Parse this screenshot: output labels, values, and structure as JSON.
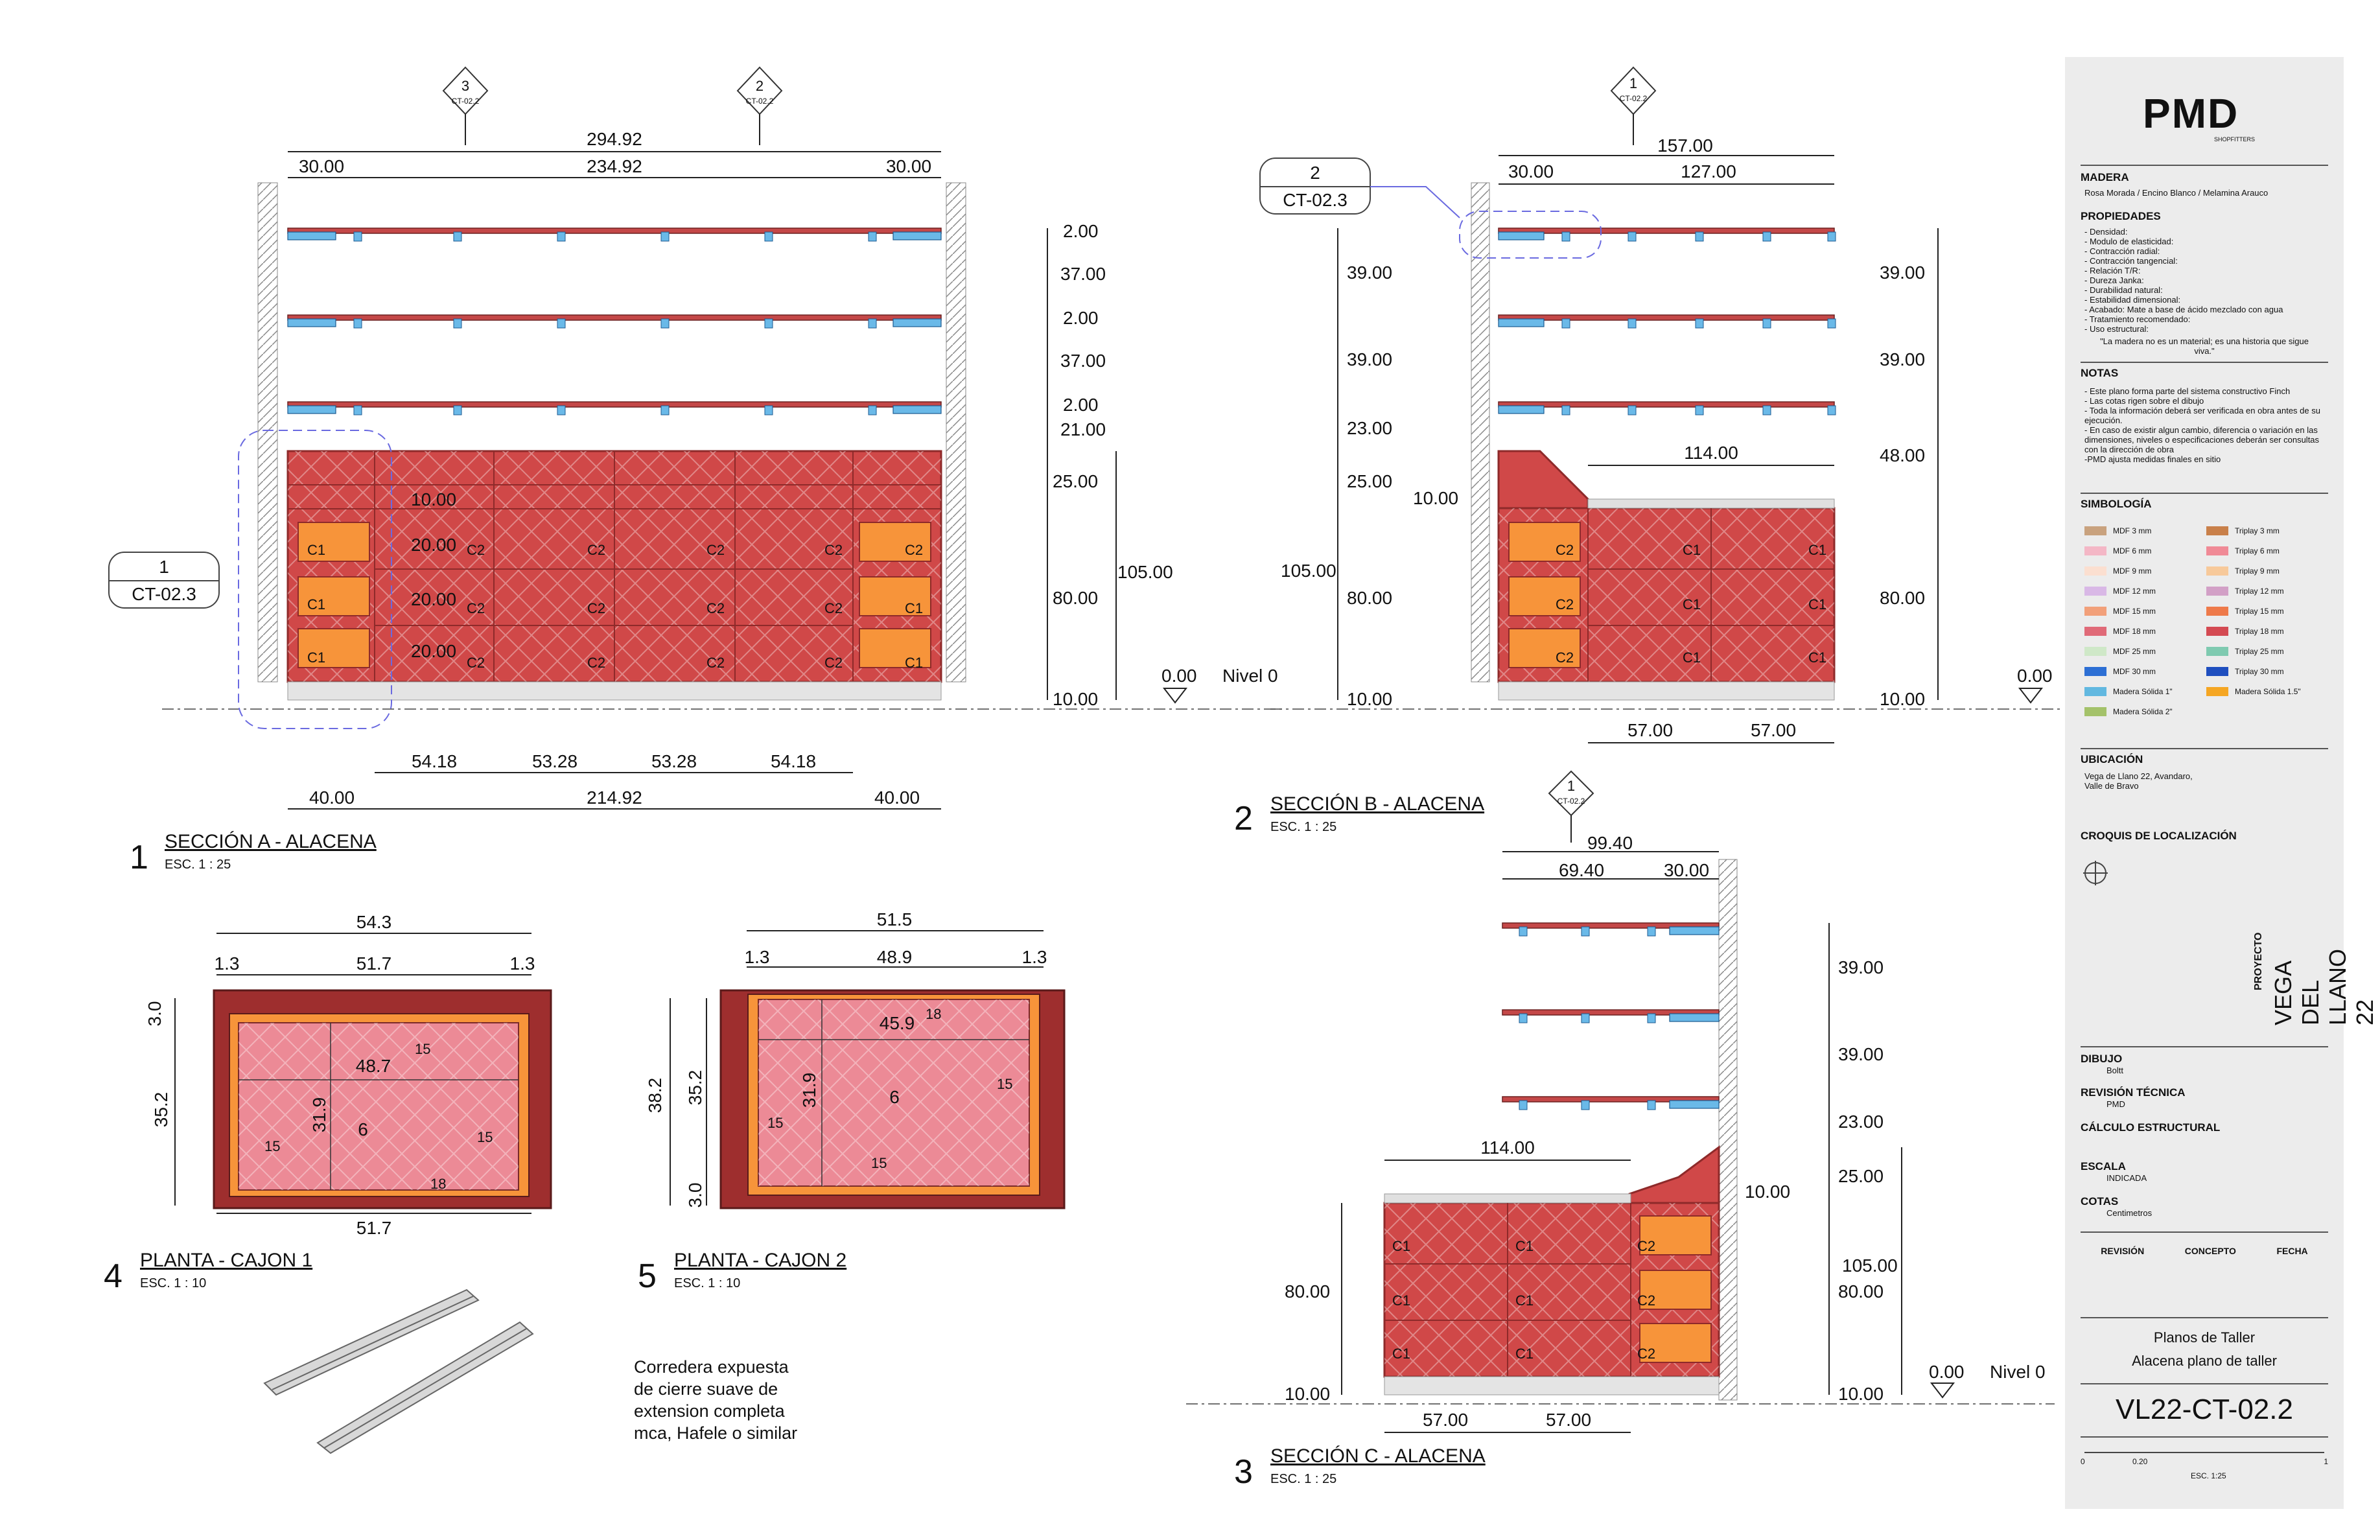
{
  "sheet": {
    "logo": "PMD",
    "logo_sub": "SHOPFITTERS",
    "sections": {
      "madera": "MADERA",
      "madera_text": "Rosa Morada / Encino Blanco / Melamina Arauco",
      "propiedades": "PROPIEDADES",
      "propiedades_text": "- Densidad:\n- Modulo de elasticidad:\n- Contracción radial:\n- Contracción tangencial:\n- Relación T/R:\n- Dureza Janka:\n- Durabilidad natural:\n- Estabilidad dimensional:\n- Acabado: Mate a base de ácido mezclado con agua\n- Tratamiento recomendado:\n- Uso estructural:",
      "quote": "\"La madera no es un material; es una historia que sigue viva.\"",
      "notas": "NOTAS",
      "notas_text": "- Este plano forma parte del sistema constructivo Finch\n- Las cotas rigen sobre el dibujo\n- Toda la información deberá ser verificada en obra antes de su ejecución.\n- En caso de existir algun cambio, diferencia o variación en las dimensiones, niveles o especificaciones deberán ser consultas con la dirección de obra\n-PMD ajusta medidas finales en sitio",
      "simbologia": "SIMBOLOGÍA",
      "ubicacion": "UBICACIÓN",
      "ubicacion_text": "Vega de Llano 22, Avandaro,\nValle de Bravo",
      "croquis": "CROQUIS DE LOCALIZACIÓN",
      "proyecto_label": "PROYECTO",
      "proyecto": "VEGA DEL LLANO 22",
      "dibujo": "DIBUJO",
      "dibujo_text": "Boltt",
      "revision": "REVISIÓN TÉCNICA",
      "revision_text": "PMD",
      "calculo": "CÁLCULO ESTRUCTURAL",
      "escala": "ESCALA",
      "escala_text": "INDICADA",
      "cotas": "COTAS",
      "cotas_text": "Centimetros",
      "rev_col": "REVISIÓN",
      "concepto_col": "CONCEPTO",
      "fecha_col": "FECHA",
      "planos": "Planos de Taller",
      "plano_nombre": "Alacena plano de taller",
      "sheet_number": "VL22-CT-02.2",
      "scale_0": "0",
      "scale_020": "0.20",
      "scale_1": "1",
      "scale_text": "ESC. 1:25"
    },
    "legend": [
      {
        "label": "MDF 3 mm",
        "color": "#c9a27e"
      },
      {
        "label": "MDF 6 mm",
        "color": "#f4b7c6"
      },
      {
        "label": "MDF 9 mm",
        "color": "#fbdfd0"
      },
      {
        "label": "MDF 12 mm",
        "color": "#d9b8e6"
      },
      {
        "label": "MDF 15 mm",
        "color": "#f2a07a"
      },
      {
        "label": "MDF 18 mm",
        "color": "#e06a78"
      },
      {
        "label": "MDF 25 mm",
        "color": "#cfe8c8"
      },
      {
        "label": "MDF 30 mm",
        "color": "#2d6fd4"
      },
      {
        "label": "Madera Sólida 1\"",
        "color": "#62b8e0"
      },
      {
        "label": "Madera Sólida 2\"",
        "color": "#a4c26a"
      },
      {
        "label": "Triplay 3 mm",
        "color": "#c9804a"
      },
      {
        "label": "Triplay 6 mm",
        "color": "#f08a96"
      },
      {
        "label": "Triplay 9 mm",
        "color": "#f7c99a"
      },
      {
        "label": "Triplay 12 mm",
        "color": "#d2a0c6"
      },
      {
        "label": "Triplay 15 mm",
        "color": "#ee7a4a"
      },
      {
        "label": "Triplay 18 mm",
        "color": "#d44a52"
      },
      {
        "label": "Triplay 25 mm",
        "color": "#7fcab0"
      },
      {
        "label": "Triplay 30 mm",
        "color": "#1f4fbf"
      },
      {
        "label": "Madera Sólida 1.5\"",
        "color": "#f5a623"
      }
    ]
  },
  "colors": {
    "cabinet_red": "#d04848",
    "cabinet_dark": "#8e2a2a",
    "drawer_orange": "#f7943a",
    "shelf_blue": "#6ab9e8",
    "plan_pink": "#ec8a96",
    "callout_blue": "#6a6ae0"
  },
  "views": {
    "a": {
      "num": "1",
      "title": "SECCIÓN A - ALACENA",
      "scale": "ESC.  1 : 25",
      "grid3": "3",
      "grid3_ref": "CT-02.2",
      "grid2": "2",
      "grid2_ref": "CT-02.2",
      "overall": "294.92",
      "left": "30.00",
      "mid": "234.92",
      "right": "30.00",
      "r1": "2.00",
      "r2": "37.00",
      "r3": "2.00",
      "r4": "37.00",
      "r5": "2.00",
      "r6": "21.00",
      "r7": "25.00",
      "r8": "80.00",
      "r9": "10.00",
      "total_h": "105.00",
      "in1": "10.00",
      "in2": "20.00",
      "in3": "20.00",
      "in4": "20.00",
      "level": "0.00",
      "level_name": "Nivel 0",
      "b1": "54.18",
      "b2": "53.28",
      "b3": "53.28",
      "b4": "54.18",
      "bl": "40.00",
      "bm": "214.92",
      "br": "40.00",
      "callout_num": "1",
      "callout_ref": "CT-02.3",
      "c1": "C1",
      "c2": "C2"
    },
    "b": {
      "num": "2",
      "title": "SECCIÓN B - ALACENA",
      "scale": "ESC.  1 : 25",
      "grid1": "1",
      "grid1_ref": "CT-02.2",
      "overall": "157.00",
      "left": "30.00",
      "right": "127.00",
      "callout_num": "2",
      "callout_ref": "CT-02.3",
      "l1": "39.00",
      "l2": "39.00",
      "l3": "23.00",
      "l4": "25.00",
      "l5": "10.00",
      "l6": "80.00",
      "l7": "10.00",
      "total_h": "105.00",
      "rr1": "39.00",
      "rr2": "39.00",
      "rr3": "48.00",
      "rr4": "80.00",
      "rr5": "10.00",
      "top": "114.00",
      "b1": "57.00",
      "b2": "57.00",
      "level": "0.00"
    },
    "c": {
      "num": "3",
      "title": "SECCIÓN C - ALACENA",
      "scale": "ESC.  1 : 25",
      "grid1": "1",
      "grid1_ref": "CT-02.2",
      "overall": "99.40",
      "left": "69.40",
      "right": "30.00",
      "r1": "39.00",
      "r2": "39.00",
      "r3": "23.00",
      "r4": "25.00",
      "r5": "80.00",
      "r6": "10.00",
      "total_h": "105.00",
      "top": "114.00",
      "in1": "10.00",
      "l1": "80.00",
      "l2": "10.00",
      "b1": "57.00",
      "b2": "57.00",
      "level": "0.00",
      "level_name": "Nivel 0"
    },
    "p4": {
      "num": "4",
      "title": "PLANTA - CAJON 1",
      "scale": "ESC.  1 : 10",
      "overall": "54.3",
      "l": "1.3",
      "mid": "51.7",
      "r": "1.3",
      "bottom": "51.7",
      "h1": "3.0",
      "h2": "35.2",
      "inner_w": "48.7",
      "inner_h": "31.9",
      "n6": "6",
      "n15": "15",
      "n18": "18"
    },
    "p5": {
      "num": "5",
      "title": "PLANTA - CAJON 2",
      "scale": "ESC.  1 : 10",
      "overall": "51.5",
      "l": "1.3",
      "mid": "48.9",
      "r": "1.3",
      "h1": "38.2",
      "h2": "35.2",
      "h3": "3.0",
      "inner_w": "45.9",
      "inner_h": "31.9",
      "n6": "6",
      "n15": "15",
      "n18": "18"
    },
    "note": "Corredera expuesta\nde cierre suave de\nextension completa\nmca, Hafele o similar"
  }
}
